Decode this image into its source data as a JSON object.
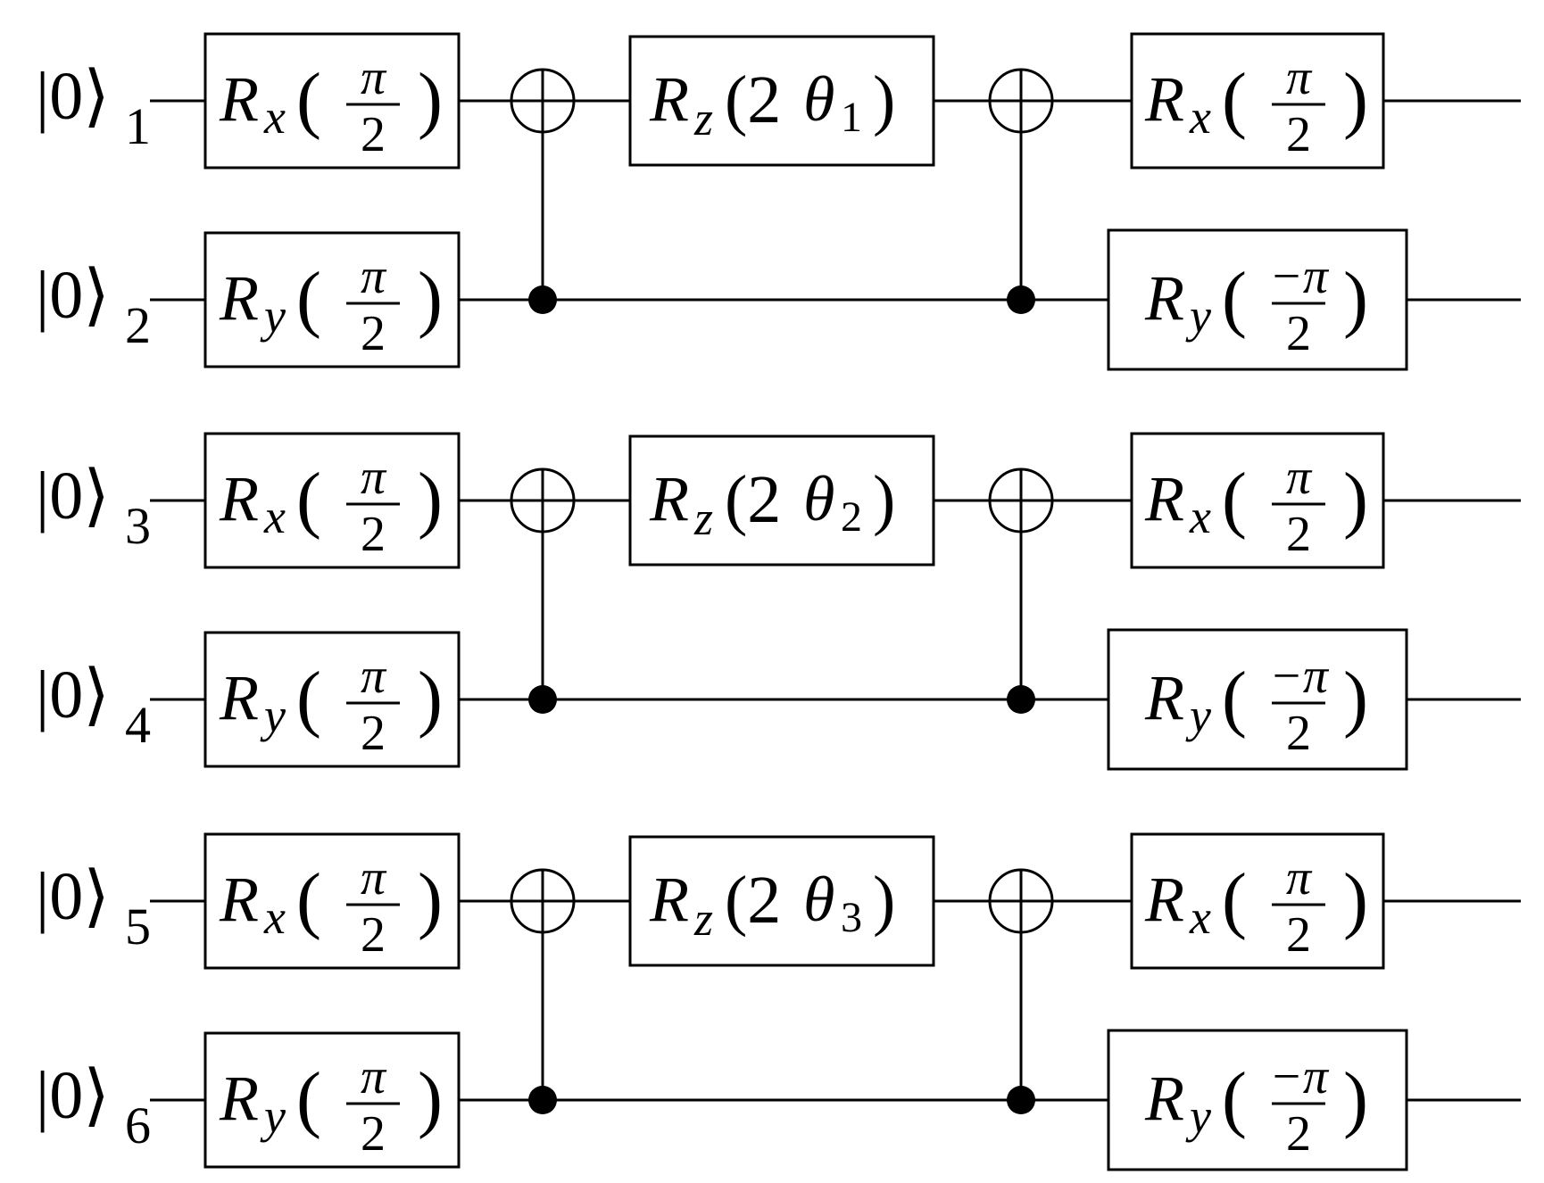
{
  "circuit": {
    "qubits": [
      {
        "ket": "|0⟩",
        "index": "1"
      },
      {
        "ket": "|0⟩",
        "index": "2"
      },
      {
        "ket": "|0⟩",
        "index": "3"
      },
      {
        "ket": "|0⟩",
        "index": "4"
      },
      {
        "ket": "|0⟩",
        "index": "5"
      },
      {
        "ket": "|0⟩",
        "index": "6"
      }
    ],
    "layer1": [
      {
        "qubit": 1,
        "R": "R",
        "axis": "x",
        "num": "π",
        "den": "2"
      },
      {
        "qubit": 2,
        "R": "R",
        "axis": "y",
        "num": "π",
        "den": "2"
      },
      {
        "qubit": 3,
        "R": "R",
        "axis": "x",
        "num": "π",
        "den": "2"
      },
      {
        "qubit": 4,
        "R": "R",
        "axis": "y",
        "num": "π",
        "den": "2"
      },
      {
        "qubit": 5,
        "R": "R",
        "axis": "x",
        "num": "π",
        "den": "2"
      },
      {
        "qubit": 6,
        "R": "R",
        "axis": "y",
        "num": "π",
        "den": "2"
      }
    ],
    "rz_gates": [
      {
        "qubit": 1,
        "R": "R",
        "axis": "z",
        "arg": "(2",
        "theta": "θ",
        "sub": "1",
        "close": ")"
      },
      {
        "qubit": 3,
        "R": "R",
        "axis": "z",
        "arg": "(2",
        "theta": "θ",
        "sub": "2",
        "close": ")"
      },
      {
        "qubit": 5,
        "R": "R",
        "axis": "z",
        "arg": "(2",
        "theta": "θ",
        "sub": "3",
        "close": ")"
      }
    ],
    "cnots": [
      {
        "target": 1,
        "control": 2,
        "column": 1
      },
      {
        "target": 3,
        "control": 4,
        "column": 1
      },
      {
        "target": 5,
        "control": 6,
        "column": 1
      },
      {
        "target": 1,
        "control": 2,
        "column": 2
      },
      {
        "target": 3,
        "control": 4,
        "column": 2
      },
      {
        "target": 5,
        "control": 6,
        "column": 2
      }
    ],
    "layer3": [
      {
        "qubit": 1,
        "R": "R",
        "axis": "x",
        "num": "π",
        "den": "2"
      },
      {
        "qubit": 2,
        "R": "R",
        "axis": "y",
        "num": "−π",
        "den": "2"
      },
      {
        "qubit": 3,
        "R": "R",
        "axis": "x",
        "num": "π",
        "den": "2"
      },
      {
        "qubit": 4,
        "R": "R",
        "axis": "y",
        "num": "−π",
        "den": "2"
      },
      {
        "qubit": 5,
        "R": "R",
        "axis": "x",
        "num": "π",
        "den": "2"
      },
      {
        "qubit": 6,
        "R": "R",
        "axis": "y",
        "num": "−π",
        "den": "2"
      }
    ]
  }
}
